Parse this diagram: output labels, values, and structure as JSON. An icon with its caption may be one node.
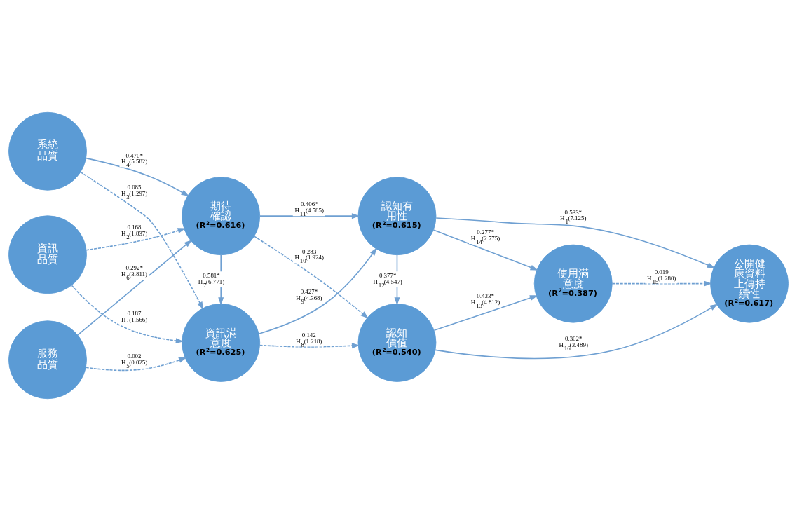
{
  "diagram": {
    "nodes": [
      {
        "text": [
          "資訊品質"
        ]
      },
      {
        "text": [
          "資訊滿意度",
          "(R$^{2}$=0.625)"
        ]
      },
      {
        "text": [
          "認知價值",
          "(R$^{2}$=0.540)"
        ]
      },
      {
        "text": [
          "系統品質"
        ]
      },
      {
        "text": [
          "服務品質"
        ]
      },
      {
        "text": [
          "期待確認",
          "(R$^{2}$=0.616)"
        ]
      },
      {
        "text": [
          "認知有用性",
          "(R$^{2}$=0.615)"
        ]
      },
      {
        "text": [
          "使用滿意度",
          "(R$^{2}$=0.387)"
        ]
      },
      {
        "text": [
          "公開健康資料上傳持續性",
          "(R$^{2}$=0.617)"
        ]
      }
    ],
    "edges": [
      {
        "from": 0,
        "to": 1,
        "arrow": "to",
        "style": "dashed",
        "label": "0.187 H$_{1}$(1.566)"
      },
      {
        "from": 0,
        "to": 5,
        "arrow": "to",
        "style": "dashed",
        "label": "0.168 H$_{2}$(1.837)"
      },
      {
        "from": 3,
        "to": 1,
        "arrow": "to",
        "style": "dashed",
        "label": "0.085 H$_{3}$(1.297)"
      },
      {
        "from": 3,
        "to": 5,
        "arrow": "to",
        "label": "0.470* H$_{4}$(5.582)"
      },
      {
        "from": 4,
        "to": 1,
        "arrow": "to",
        "style": "dashed",
        "label": "0.002 H$_{5}$(0.025)"
      },
      {
        "from": 4,
        "to": 5,
        "arrow": "to",
        "label": "0.292* H$_{6}$(3.811)"
      },
      {
        "from": 5,
        "to": 1,
        "arrow": "to",
        "label": "0.581* H$_{7}$(6.771)"
      },
      {
        "from": 1,
        "to": 2,
        "arrow": "to",
        "style": "dashed",
        "label": "0.142 H$_{8}$(1.218)"
      },
      {
        "from": 1,
        "to": 6,
        "arrow": "to",
        "label": "0.427* H$_{9}$(4.368)"
      },
      {
        "from": 5,
        "to": 2,
        "arrow": "to",
        "style": "dashed",
        "label": "0.283 H$_{10}$(1.924)"
      },
      {
        "from": 5,
        "to": 6,
        "arrow": "to",
        "label": "0.406* H$_{11}$(4.585)"
      },
      {
        "from": 6,
        "to": 2,
        "arrow": "to",
        "label": "0.377* H$_{12}$(4.547)"
      },
      {
        "from": 2,
        "to": 7,
        "arrow": "to",
        "label": "0.433* H$_{13}$(4.812)"
      },
      {
        "from": 6,
        "to": 7,
        "arrow": "to",
        "label": "0.277* H$_{14}$(2.775)"
      },
      {
        "from": 7,
        "to": 8,
        "arrow": "to",
        "style": "dashed",
        "label": "0.019 H$_{15}$(1.280)"
      },
      {
        "from": 2,
        "to": 8,
        "arrow": "to",
        "label": "0.302* H$_{16}$(3.489)"
      },
      {
        "from": 6,
        "to": 8,
        "arrow": "to",
        "label": "0.533* H$_{1}$(7.125)"
      }
    ]
  }
}
